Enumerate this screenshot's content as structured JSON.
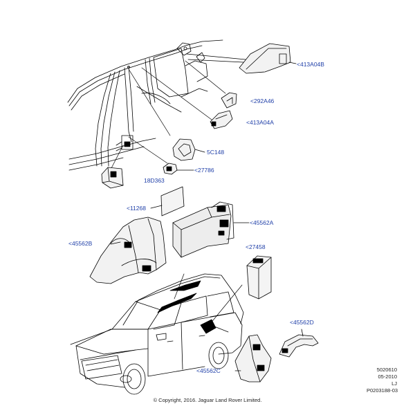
{
  "callouts": {
    "c1": "<413A04B",
    "c2": "<292A46",
    "c3": "<413A04A",
    "c4": "5C148",
    "c5": "<27786",
    "c6": "18D363",
    "c7": "<11268",
    "c8": "<45562A",
    "c9": "<45562B",
    "c10": "<27458",
    "c11": "<45562D",
    "c12": "<45562C"
  },
  "reference": {
    "line1": "5020610",
    "line2": "05-2010",
    "line3": "LJ",
    "line4": "P0203188-03"
  },
  "copyright": "© Copyright, 2016. Jaguar Land Rover Limited.",
  "colors": {
    "callout_text": "#1f3fa8",
    "line_art": "#000000",
    "part_fill": "#e6e6e6"
  }
}
